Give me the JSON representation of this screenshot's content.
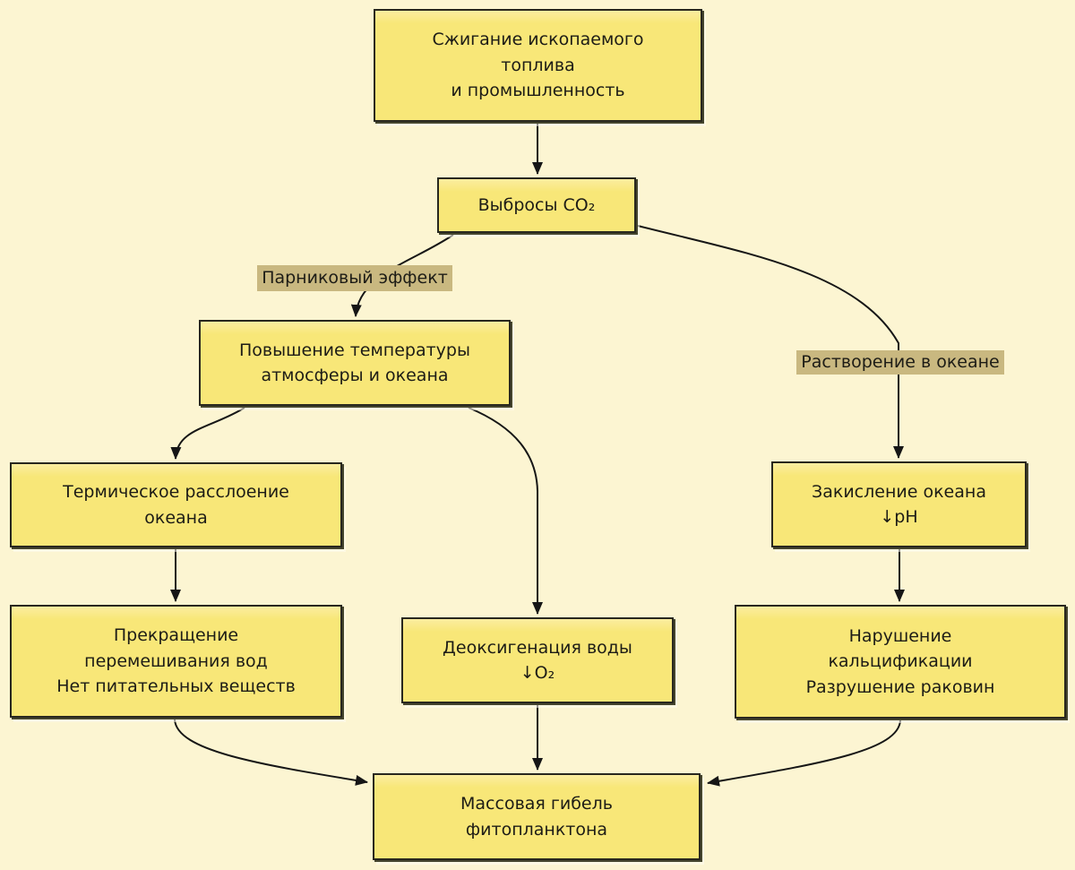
{
  "colors": {
    "page_bg": "#fcf5d2",
    "box_fill": "#f8e778",
    "box_fill_top": "#fbeda0",
    "box_border": "#28271e",
    "box_shadow": "#45452e",
    "label_bg": "#c9b880",
    "text": "#1d1c16",
    "arrow": "#161616"
  },
  "nodes": {
    "fossil_fuel": {
      "label": "Сжигание ископаемого\nтоплива\nи промышленность"
    },
    "co2_emissions": {
      "label": "Выбросы CO₂"
    },
    "temperature_rise": {
      "label": "Повышение температуры\nатмосферы и океана"
    },
    "thermal_stratification": {
      "label": "Термическое расслоение\nокеана"
    },
    "ocean_acidification": {
      "label": "Закисление океана\n↓pH"
    },
    "mixing_stop": {
      "label": "Прекращение\nперемешивания вод\nНет питательных веществ"
    },
    "deoxygenation": {
      "label": "Деоксигенация воды\n↓O₂"
    },
    "calcification_disruption": {
      "label": "Нарушение\nкальцификации\nРазрушение раковин"
    },
    "phytoplankton_death": {
      "label": "Массовая гибель\nфитопланктона"
    }
  },
  "edge_labels": {
    "greenhouse_effect": "Парниковый эффект",
    "ocean_dissolution": "Растворение в океане"
  }
}
